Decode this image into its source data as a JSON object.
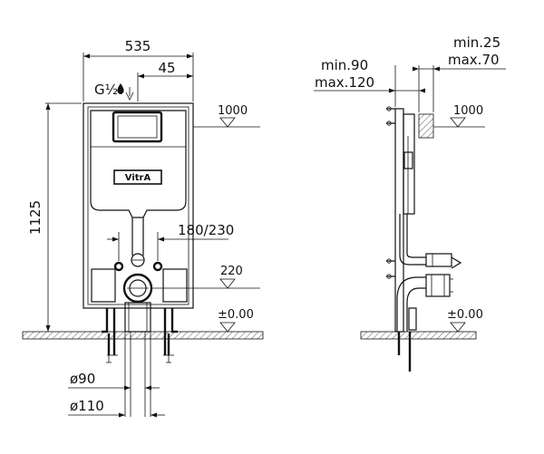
{
  "front_view": {
    "width_label": "535",
    "offset_label": "45",
    "thread_label": "G½",
    "height_label": "1125",
    "spacing_label": "180/230",
    "level_top_label": "1000",
    "level_drain_label": "220",
    "level_floor_label": "±0.00",
    "pipe_small_label": "ø90",
    "pipe_large_label": "ø110",
    "brand_logo": "VitrA"
  },
  "side_view": {
    "depth_min_label": "min.90",
    "depth_max_label": "max.120",
    "wall_min_label": "min.25",
    "wall_max_label": "max.70",
    "level_top_label": "1000",
    "level_floor_label": "±0.00"
  }
}
